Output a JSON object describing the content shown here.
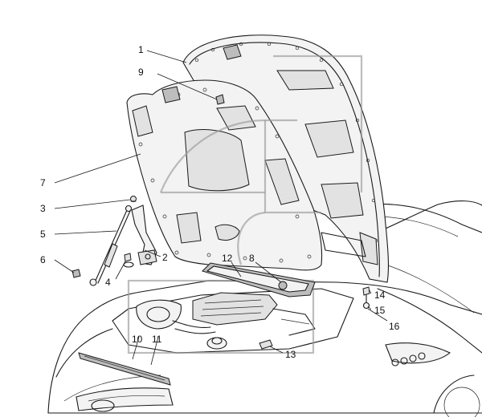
{
  "callouts": [
    {
      "id": "c1",
      "label": "1"
    },
    {
      "id": "c2",
      "label": "2"
    },
    {
      "id": "c3",
      "label": "3"
    },
    {
      "id": "c4",
      "label": "4"
    },
    {
      "id": "c5",
      "label": "5"
    },
    {
      "id": "c6",
      "label": "6"
    },
    {
      "id": "c7",
      "label": "7"
    },
    {
      "id": "c8",
      "label": "8"
    },
    {
      "id": "c9",
      "label": "9"
    },
    {
      "id": "c10",
      "label": "10"
    },
    {
      "id": "c11",
      "label": "11"
    },
    {
      "id": "c12",
      "label": "12"
    },
    {
      "id": "c13",
      "label": "13"
    },
    {
      "id": "c14",
      "label": "14"
    },
    {
      "id": "c15",
      "label": "15"
    },
    {
      "id": "c16",
      "label": "16"
    }
  ],
  "colors": {
    "ink": "#1a1a1a",
    "watermark": "#9a9a9a",
    "panel": "#f3f3f3"
  }
}
